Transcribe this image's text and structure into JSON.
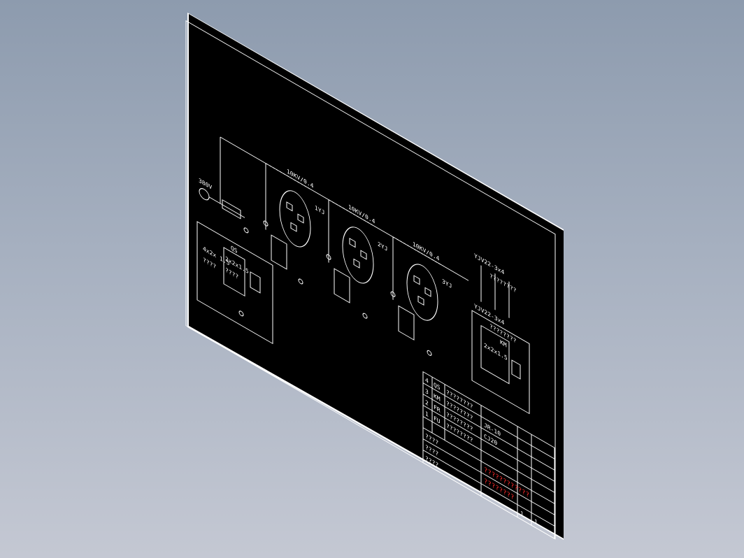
{
  "drawing": {
    "background": "#000000",
    "line_color": "#ffffff",
    "accent_red": "#ff2a2a",
    "view": "isometric cad sheet"
  },
  "labels": {
    "source_label": "380V",
    "box_left_line1": "4x2x 1.5",
    "box_left_line2": "????",
    "box_left_inner1": "2x2x1.5",
    "box_left_inner2": "????",
    "box_left_tag": "QS",
    "box_right_inner": "2x2x1.5",
    "box_right_tag": "KM",
    "unit1_tag": "1YJ",
    "unit2_tag": "2YJ",
    "unit3_tag": "3YJ",
    "unit1_bus": "10KV/0.4",
    "unit2_bus": "10KV/0.4",
    "unit3_bus": "10KV/0.4",
    "right_note1": "YJV22-3x4",
    "right_note2": "????????",
    "right_note3": "YJV22-3x4",
    "right_note4": "????????"
  },
  "title_block": {
    "rows": [
      {
        "no": "4",
        "code": "QS",
        "name": "????????"
      },
      {
        "no": "3",
        "code": "KM",
        "name": "????????"
      },
      {
        "no": "2",
        "code": "FR",
        "name": "????????"
      },
      {
        "no": "1",
        "code": "FU",
        "name": "????????"
      }
    ],
    "spec1": "JR-10",
    "spec2": "CJ20",
    "field1": "????",
    "field2": "????",
    "field3": "????",
    "red_title1": "????????????",
    "red_title2": "????????",
    "sheet": "1",
    "total": "1"
  }
}
